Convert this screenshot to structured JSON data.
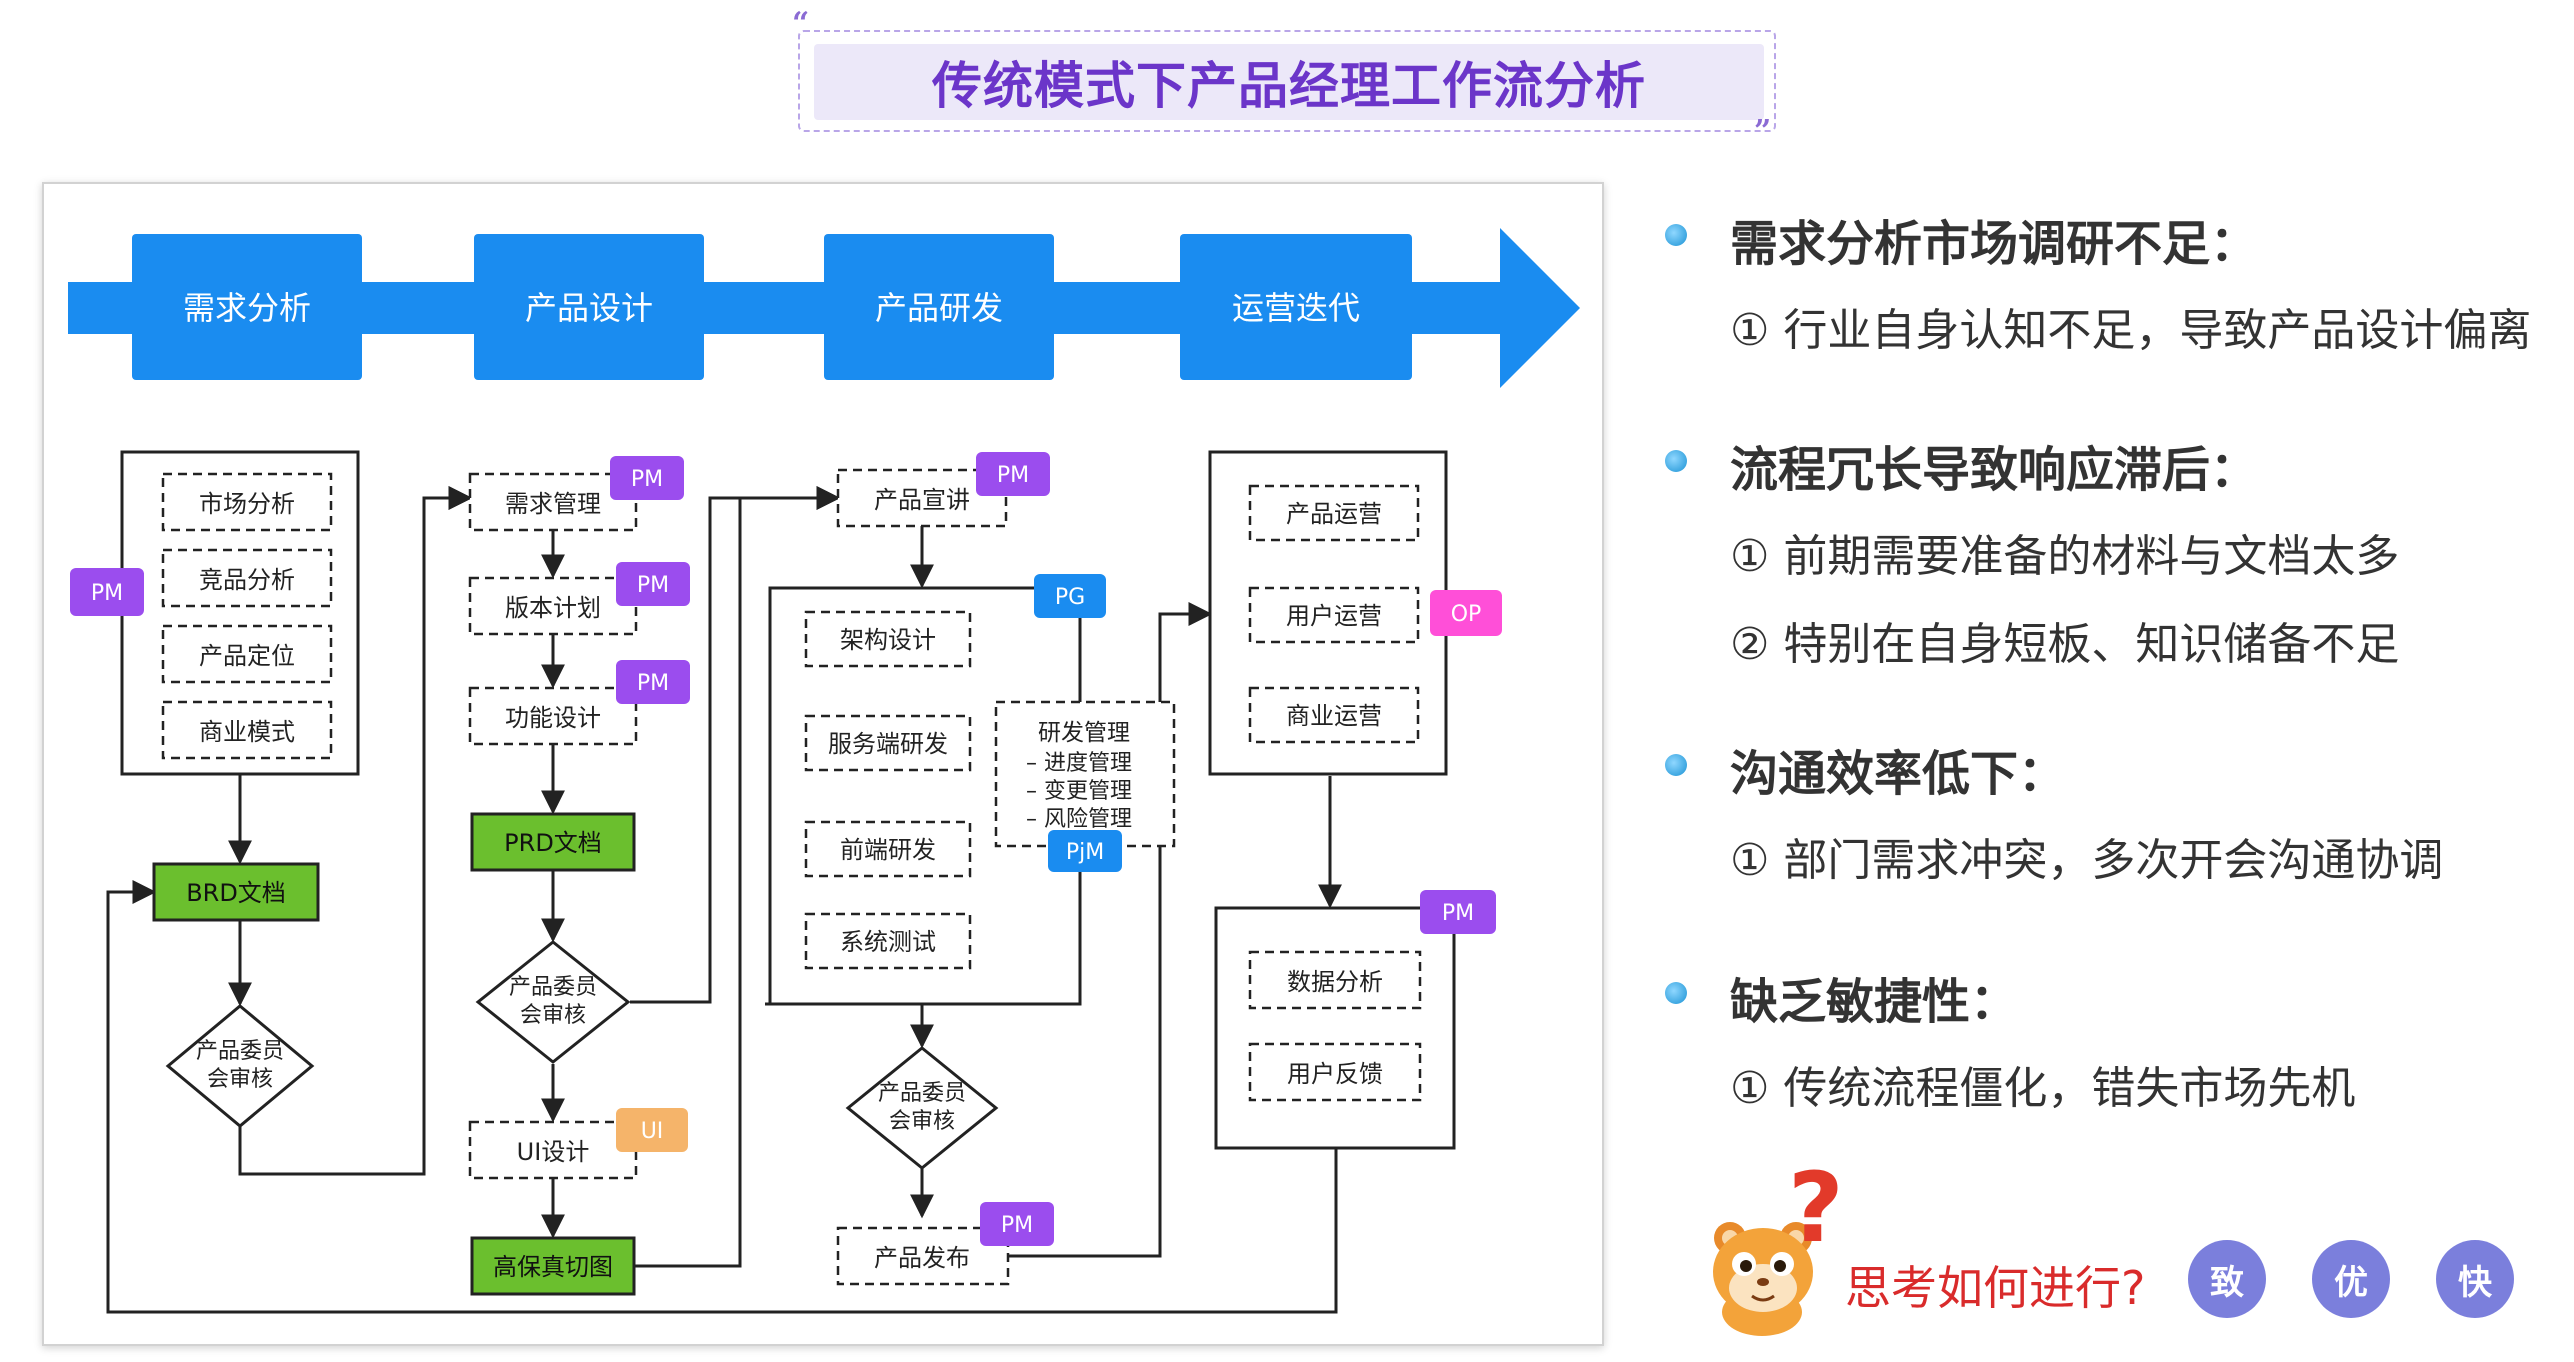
{
  "title": "传统模式下产品经理工作流分析",
  "quote_open": "“",
  "quote_close": "”",
  "stages": [
    "需求分析",
    "产品设计",
    "产品研发",
    "运营迭代"
  ],
  "col1": {
    "items": [
      "市场分析",
      "竞品分析",
      "产品定位",
      "商业模式"
    ],
    "role": "PM",
    "doc": "BRD文档",
    "review": [
      "产品委员",
      "会审核"
    ]
  },
  "col2": {
    "steps": [
      {
        "label": "需求管理",
        "role": "PM"
      },
      {
        "label": "版本计划",
        "role": "PM"
      },
      {
        "label": "功能设计",
        "role": "PM"
      }
    ],
    "doc": "PRD文档",
    "review": [
      "产品委员",
      "会审核"
    ],
    "ui": {
      "label": "UI设计",
      "role": "UI"
    },
    "hifi": "高保真切图"
  },
  "col3": {
    "pitch": {
      "label": "产品宣讲",
      "role": "PM"
    },
    "dev_role": "PG",
    "dev_items": [
      "架构设计",
      "服务端研发",
      "前端研发",
      "系统测试"
    ],
    "mgmt": [
      "研发管理",
      "– 进度管理",
      "– 变更管理",
      "– 风险管理"
    ],
    "mgmt_role": "PjM",
    "review": [
      "产品委员",
      "会审核"
    ],
    "release": {
      "label": "产品发布",
      "role": "PM"
    }
  },
  "col4": {
    "ops_items": [
      "产品运营",
      "用户运营",
      "商业运营"
    ],
    "ops_role": "OP",
    "data_items": [
      "数据分析",
      "用户反馈"
    ],
    "data_role": "PM"
  },
  "right": {
    "sections": [
      {
        "heading": "需求分析市场调研不足：",
        "items": [
          "① 行业自身认知不足，导致产品设计偏离"
        ]
      },
      {
        "heading": "流程冗长导致响应滞后：",
        "items": [
          "① 前期需要准备的材料与文档太多",
          "② 特别在自身短板、知识储备不足"
        ]
      },
      {
        "heading": "沟通效率低下：",
        "items": [
          "① 部门需求冲突，多次开会沟通协调"
        ]
      },
      {
        "heading": "缺乏敏捷性：",
        "items": [
          "① 传统流程僵化，错失市场先机"
        ]
      }
    ]
  },
  "footer": {
    "question_mark": "?",
    "think": "思考如何进行?",
    "brand_chars": [
      "致",
      "优",
      "快"
    ]
  },
  "colors": {
    "accent": "#1a8cf0",
    "title": "#6b35c9",
    "pm": "#9b4dee",
    "pg": "#1a8cf0",
    "ui": "#f5b46a",
    "op": "#ff4fd8",
    "doc_green": "#6bbf2e",
    "warn": "#d92b2b"
  }
}
